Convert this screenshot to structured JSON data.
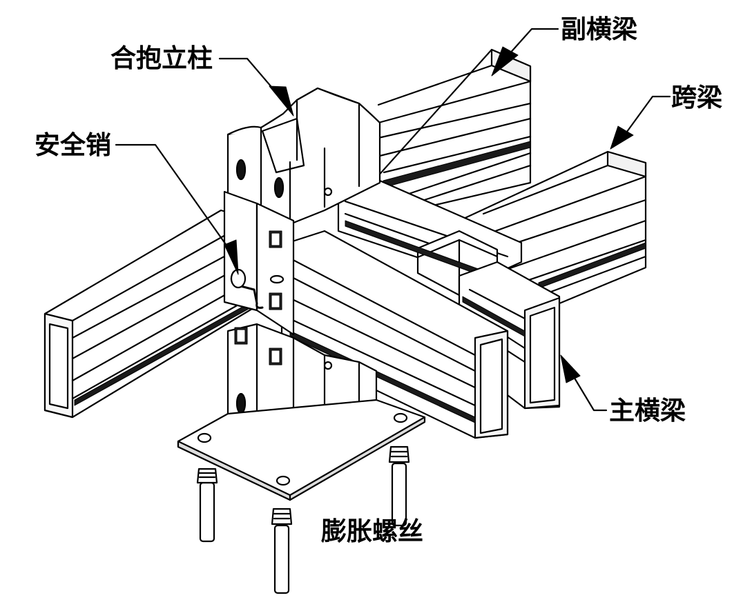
{
  "labels": {
    "column": "合抱立柱",
    "sub_beam": "副横梁",
    "span_beam": "跨梁",
    "safety_pin": "安全销",
    "main_beam": "主横梁",
    "anchor_bolt": "膨胀螺丝"
  }
}
